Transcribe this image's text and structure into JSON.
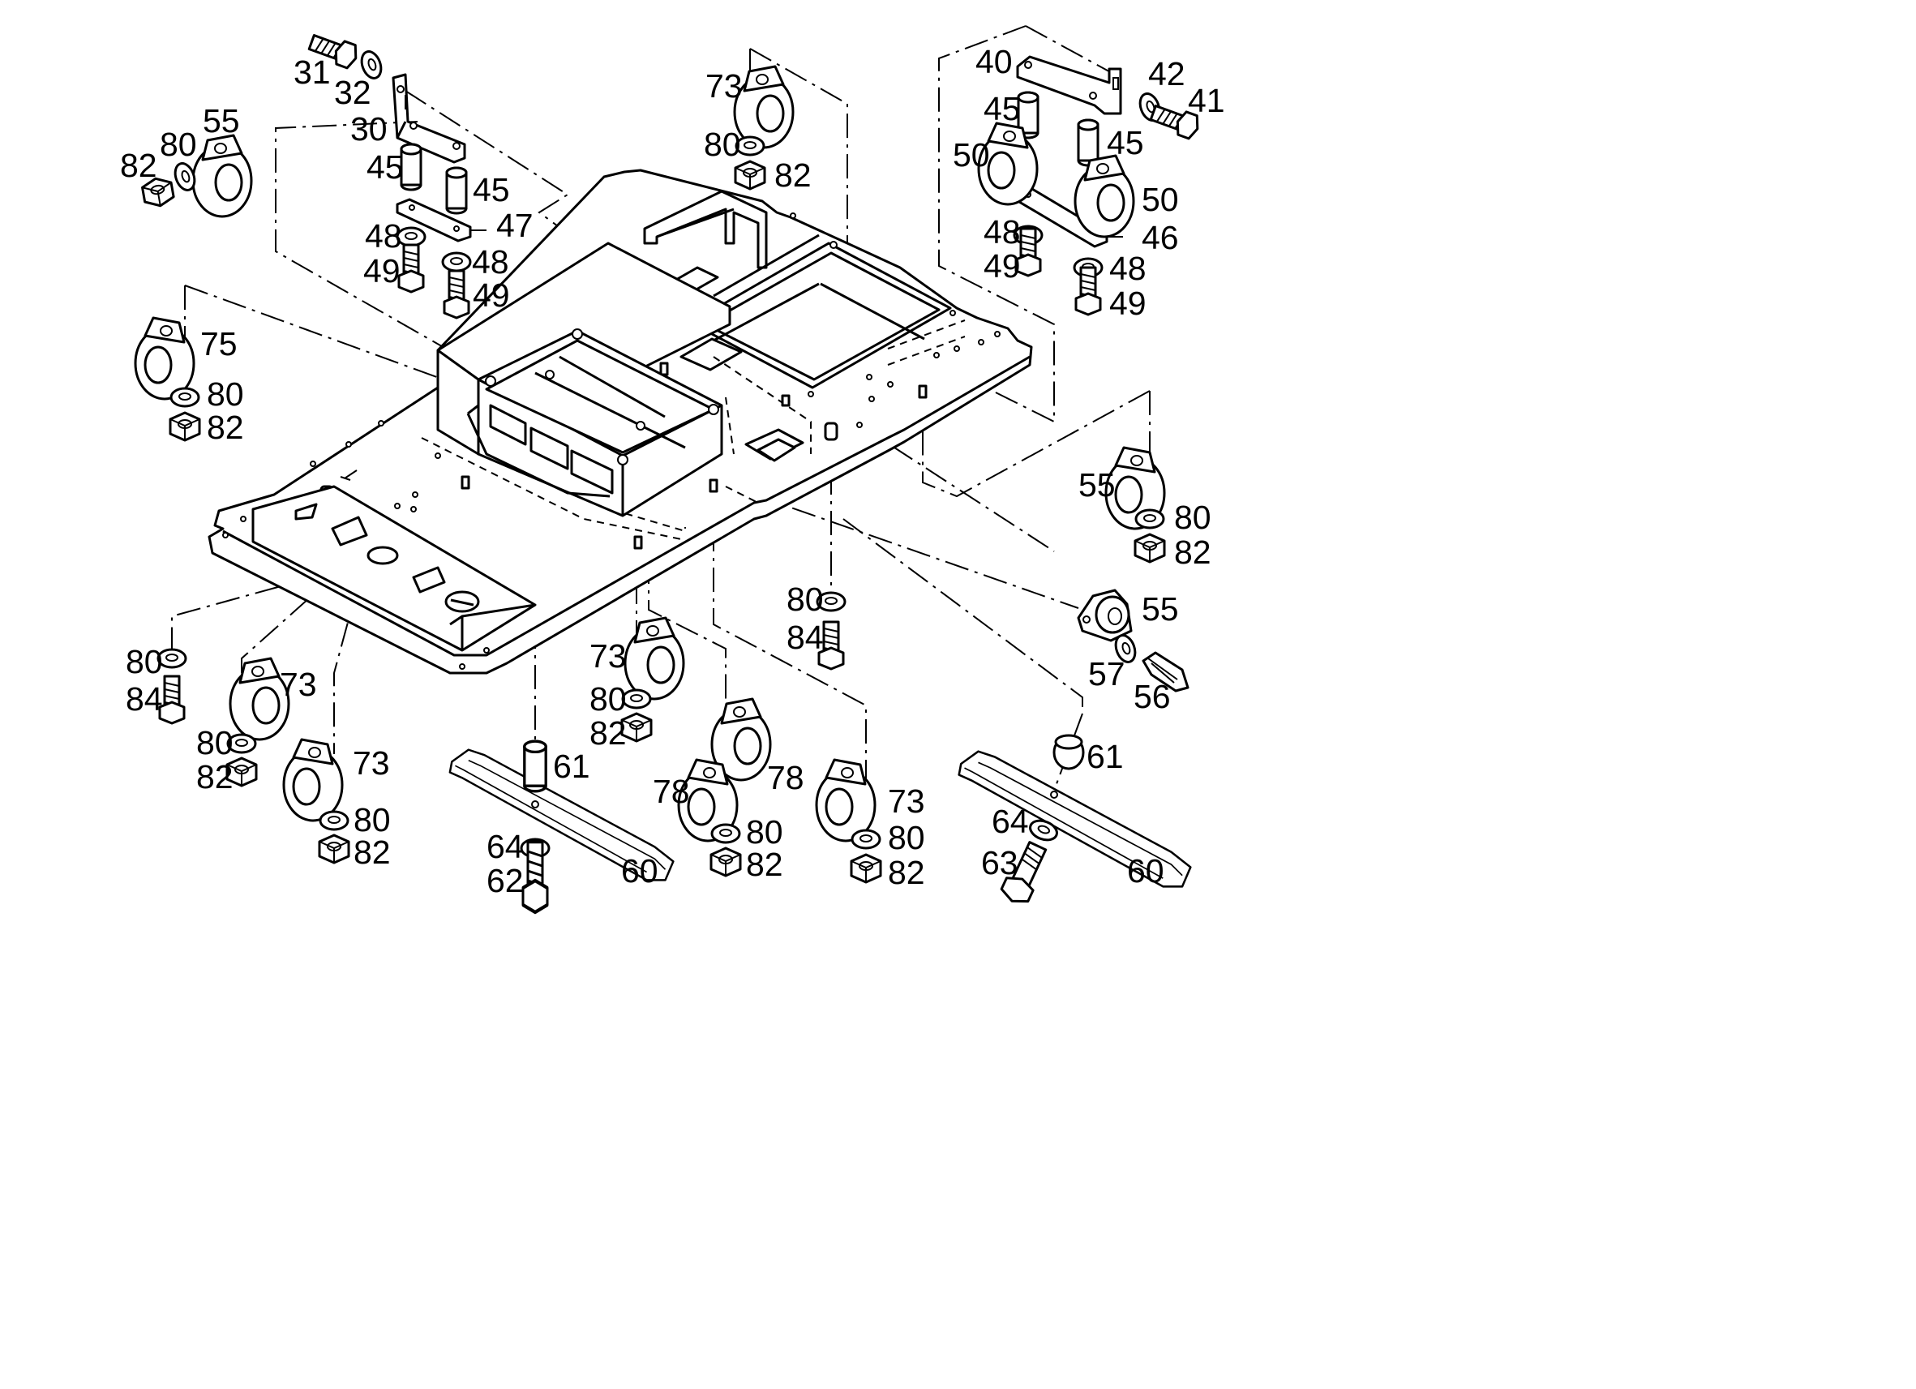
{
  "callouts": [
    {
      "text": "31"
    },
    {
      "text": "32"
    },
    {
      "text": "30"
    },
    {
      "text": "45"
    },
    {
      "text": "45"
    },
    {
      "text": "47"
    },
    {
      "text": "48"
    },
    {
      "text": "48"
    },
    {
      "text": "49"
    },
    {
      "text": "49"
    },
    {
      "text": "55"
    },
    {
      "text": "80"
    },
    {
      "text": "82"
    },
    {
      "text": "73"
    },
    {
      "text": "80"
    },
    {
      "text": "82"
    },
    {
      "text": "40"
    },
    {
      "text": "42"
    },
    {
      "text": "41"
    },
    {
      "text": "45"
    },
    {
      "text": "45"
    },
    {
      "text": "50"
    },
    {
      "text": "50"
    },
    {
      "text": "48"
    },
    {
      "text": "46"
    },
    {
      "text": "49"
    },
    {
      "text": "48"
    },
    {
      "text": "49"
    },
    {
      "text": "75"
    },
    {
      "text": "80"
    },
    {
      "text": "82"
    },
    {
      "text": "55"
    },
    {
      "text": "80"
    },
    {
      "text": "82"
    },
    {
      "text": "80"
    },
    {
      "text": "84"
    },
    {
      "text": "55"
    },
    {
      "text": "57"
    },
    {
      "text": "56"
    },
    {
      "text": "80"
    },
    {
      "text": "84"
    },
    {
      "text": "73"
    },
    {
      "text": "80"
    },
    {
      "text": "82"
    },
    {
      "text": "73"
    },
    {
      "text": "80"
    },
    {
      "text": "82"
    },
    {
      "text": "73"
    },
    {
      "text": "80"
    },
    {
      "text": "82"
    },
    {
      "text": "61"
    },
    {
      "text": "64"
    },
    {
      "text": "62"
    },
    {
      "text": "60"
    },
    {
      "text": "78"
    },
    {
      "text": "78"
    },
    {
      "text": "80"
    },
    {
      "text": "82"
    },
    {
      "text": "73"
    },
    {
      "text": "80"
    },
    {
      "text": "82"
    },
    {
      "text": "61"
    },
    {
      "text": "64"
    },
    {
      "text": "63"
    },
    {
      "text": "60"
    }
  ]
}
